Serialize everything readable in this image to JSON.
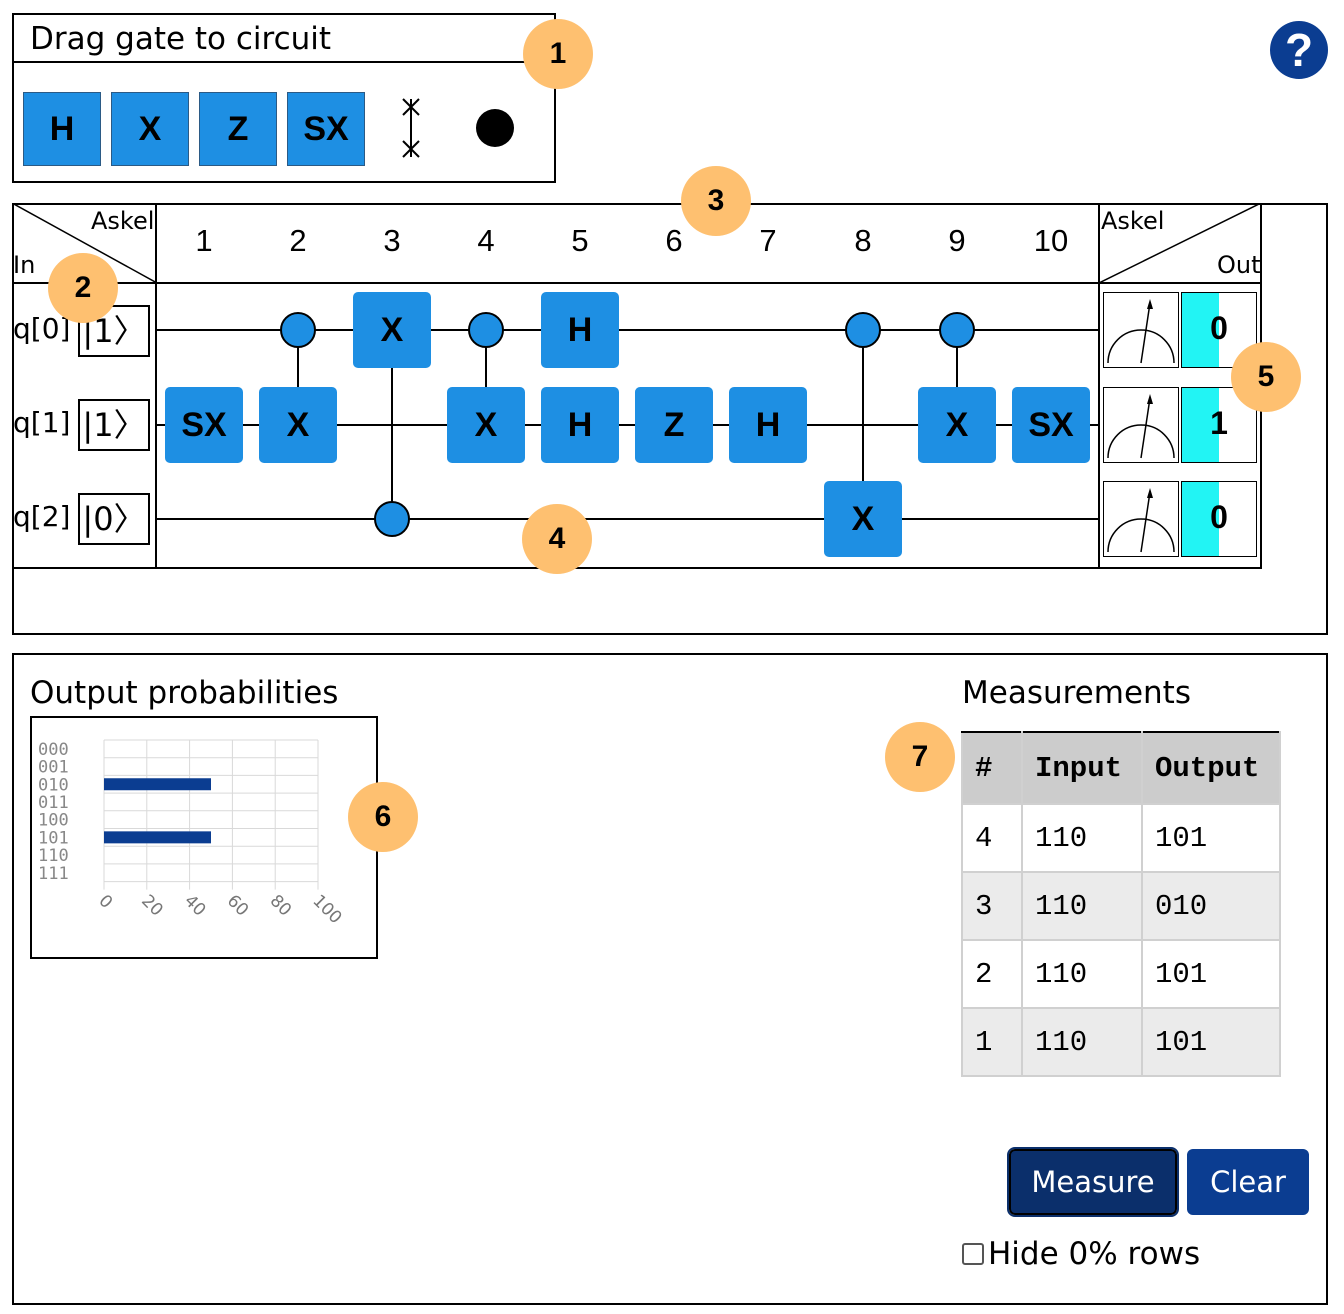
{
  "palette": {
    "title": "Drag gate to circuit",
    "gates": [
      "H",
      "X",
      "Z",
      "SX"
    ],
    "swap_icon": "swap-icon",
    "control_icon": "control-dot-icon"
  },
  "help_icon": "question-circle-icon",
  "help_label": "?",
  "colors": {
    "gate_blue": "#1e8fe3",
    "callout": "#fec070",
    "button_navy": "#0b3d91",
    "prob_fill": "#22f4f4",
    "bar": "#0b3d91"
  },
  "circuit": {
    "in_header": {
      "top": "Askel",
      "bottom": "In"
    },
    "out_header": {
      "top": "Askel",
      "bottom": "Out"
    },
    "columns": [
      "1",
      "2",
      "3",
      "4",
      "5",
      "6",
      "7",
      "8",
      "9",
      "10"
    ],
    "qubits": [
      {
        "label": "q[0]",
        "input": "|1〉",
        "output": "0"
      },
      {
        "label": "q[1]",
        "input": "|1〉",
        "output": "1"
      },
      {
        "label": "q[2]",
        "input": "|0〉",
        "output": "0"
      }
    ],
    "gates": {
      "q1c1": "SX",
      "q1c2": "X",
      "q0c3": "X",
      "q1c4": "X",
      "q0c5": "H",
      "q1c5": "H",
      "q1c6": "Z",
      "q1c7": "H",
      "q2c8": "X",
      "q1c9": "X",
      "q1c10": "SX"
    },
    "output_probabilities": [
      0.5,
      0.5,
      0.5
    ]
  },
  "callouts": [
    "1",
    "2",
    "3",
    "4",
    "5",
    "6",
    "7"
  ],
  "output_probabilities": {
    "title": "Output probabilities"
  },
  "chart_data": {
    "type": "bar",
    "orientation": "horizontal",
    "categories": [
      "000",
      "001",
      "010",
      "011",
      "100",
      "101",
      "110",
      "111"
    ],
    "values": [
      0,
      0,
      50,
      0,
      0,
      50,
      0,
      0
    ],
    "xticks": [
      "0",
      "20",
      "40",
      "60",
      "80",
      "100"
    ],
    "xlim": [
      0,
      100
    ],
    "grid": true,
    "title": "",
    "xlabel": "",
    "ylabel": ""
  },
  "measurements": {
    "title": "Measurements",
    "headers": [
      "#",
      "Input",
      "Output"
    ],
    "rows": [
      [
        "4",
        "110",
        "101"
      ],
      [
        "3",
        "110",
        "010"
      ],
      [
        "2",
        "110",
        "101"
      ],
      [
        "1",
        "110",
        "101"
      ]
    ]
  },
  "buttons": {
    "measure": "Measure",
    "clear": "Clear"
  },
  "hide_zero_rows": {
    "label": "Hide 0% rows",
    "checked": false
  }
}
